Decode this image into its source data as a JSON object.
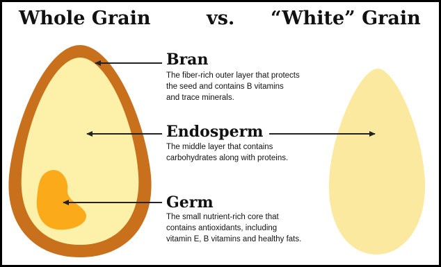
{
  "headings": {
    "whole_grain": "Whole Grain",
    "vs": "vs.",
    "white_grain": "“White” Grain"
  },
  "parts": {
    "bran": {
      "term": "Bran",
      "description": "The fiber-rich outer layer that protects\nthe seed and contains B vitamins\nand trace minerals."
    },
    "endosperm": {
      "term": "Endosperm",
      "description": "The middle layer that contains\ncarbohydrates along with proteins."
    },
    "germ": {
      "term": "Germ",
      "description": "The small nutrient-rich core that\ncontains antioxidants, including\nvitamin E, B vitamins and healthy fats."
    }
  },
  "colors": {
    "bran": "#c8701c",
    "endosperm": "#fdf0a8",
    "germ": "#fbab1a",
    "white_grain": "#fbe9a0",
    "arrow": "#222222"
  }
}
